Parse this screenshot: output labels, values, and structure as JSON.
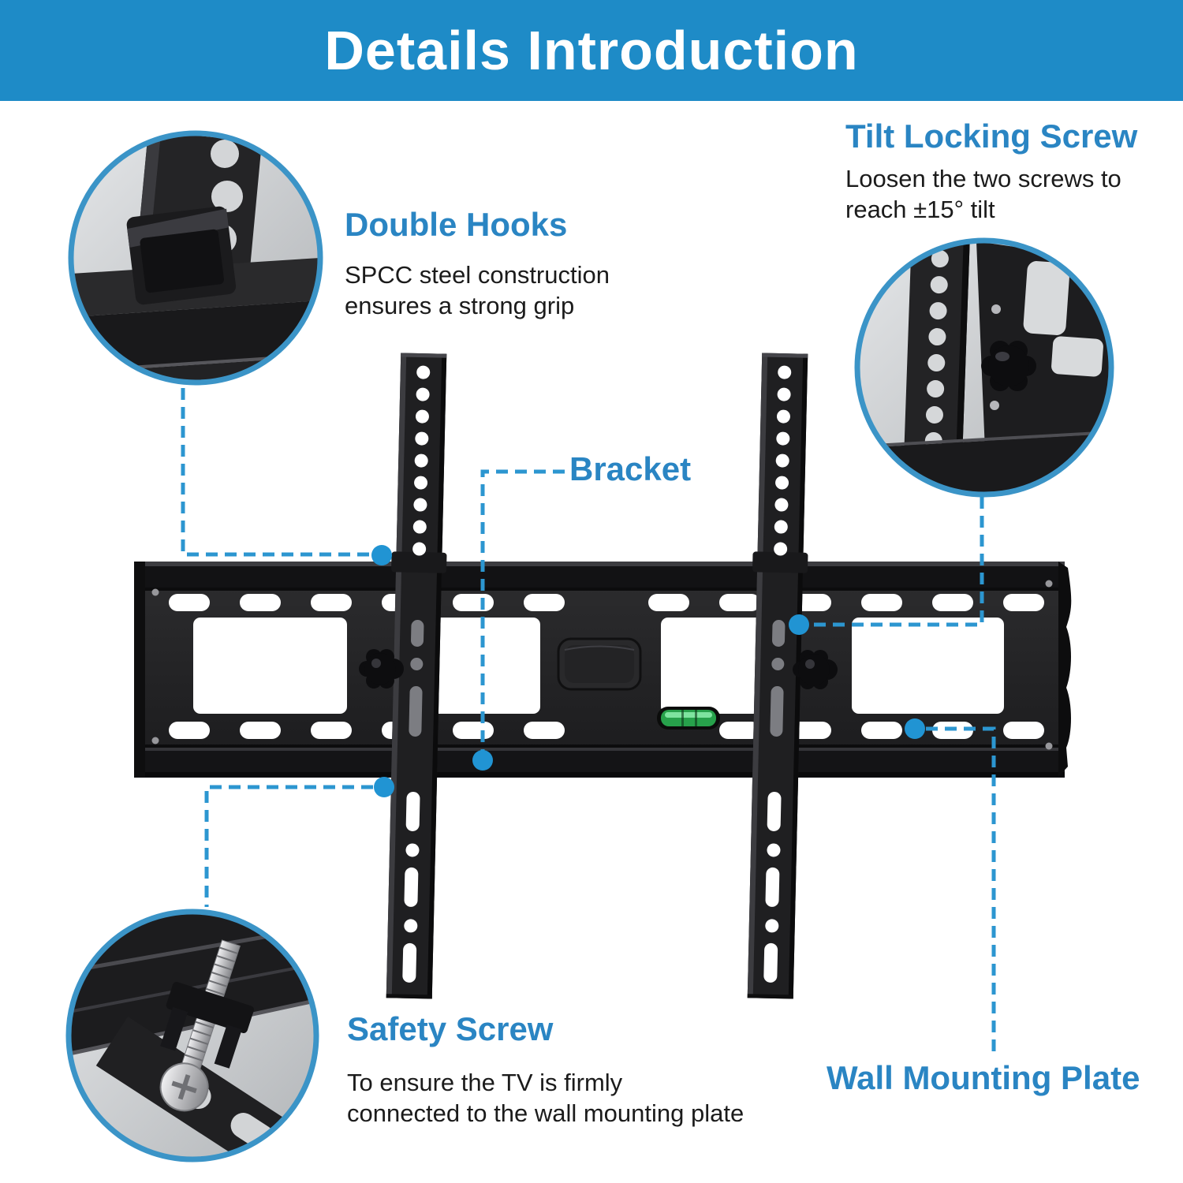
{
  "header": {
    "title": "Details Introduction"
  },
  "callouts": {
    "double_hooks": {
      "title": "Double Hooks",
      "lines": [
        "SPCC steel construction",
        "ensures a strong grip"
      ]
    },
    "tilt_locking_screw": {
      "title": "Tilt Locking Screw",
      "lines": [
        "Loosen the two screws to",
        "reach ±15° tilt"
      ]
    },
    "bracket": {
      "title": "Bracket"
    },
    "safety_screw": {
      "title": "Safety Screw",
      "lines": [
        "To ensure the TV is firmly",
        "connected to the wall mounting plate"
      ]
    },
    "wall_mounting_plate": {
      "title": "Wall Mounting Plate"
    }
  },
  "colors": {
    "banner_bg": "#1e8bc7",
    "banner_text": "#ffffff",
    "heading_blue": "#2a85c3",
    "callout_line_blue": "#2c96d0",
    "callout_dot_blue": "#2194d3",
    "circle_ring_blue": "#3b94c7",
    "body_text": "#1b1b1b"
  }
}
